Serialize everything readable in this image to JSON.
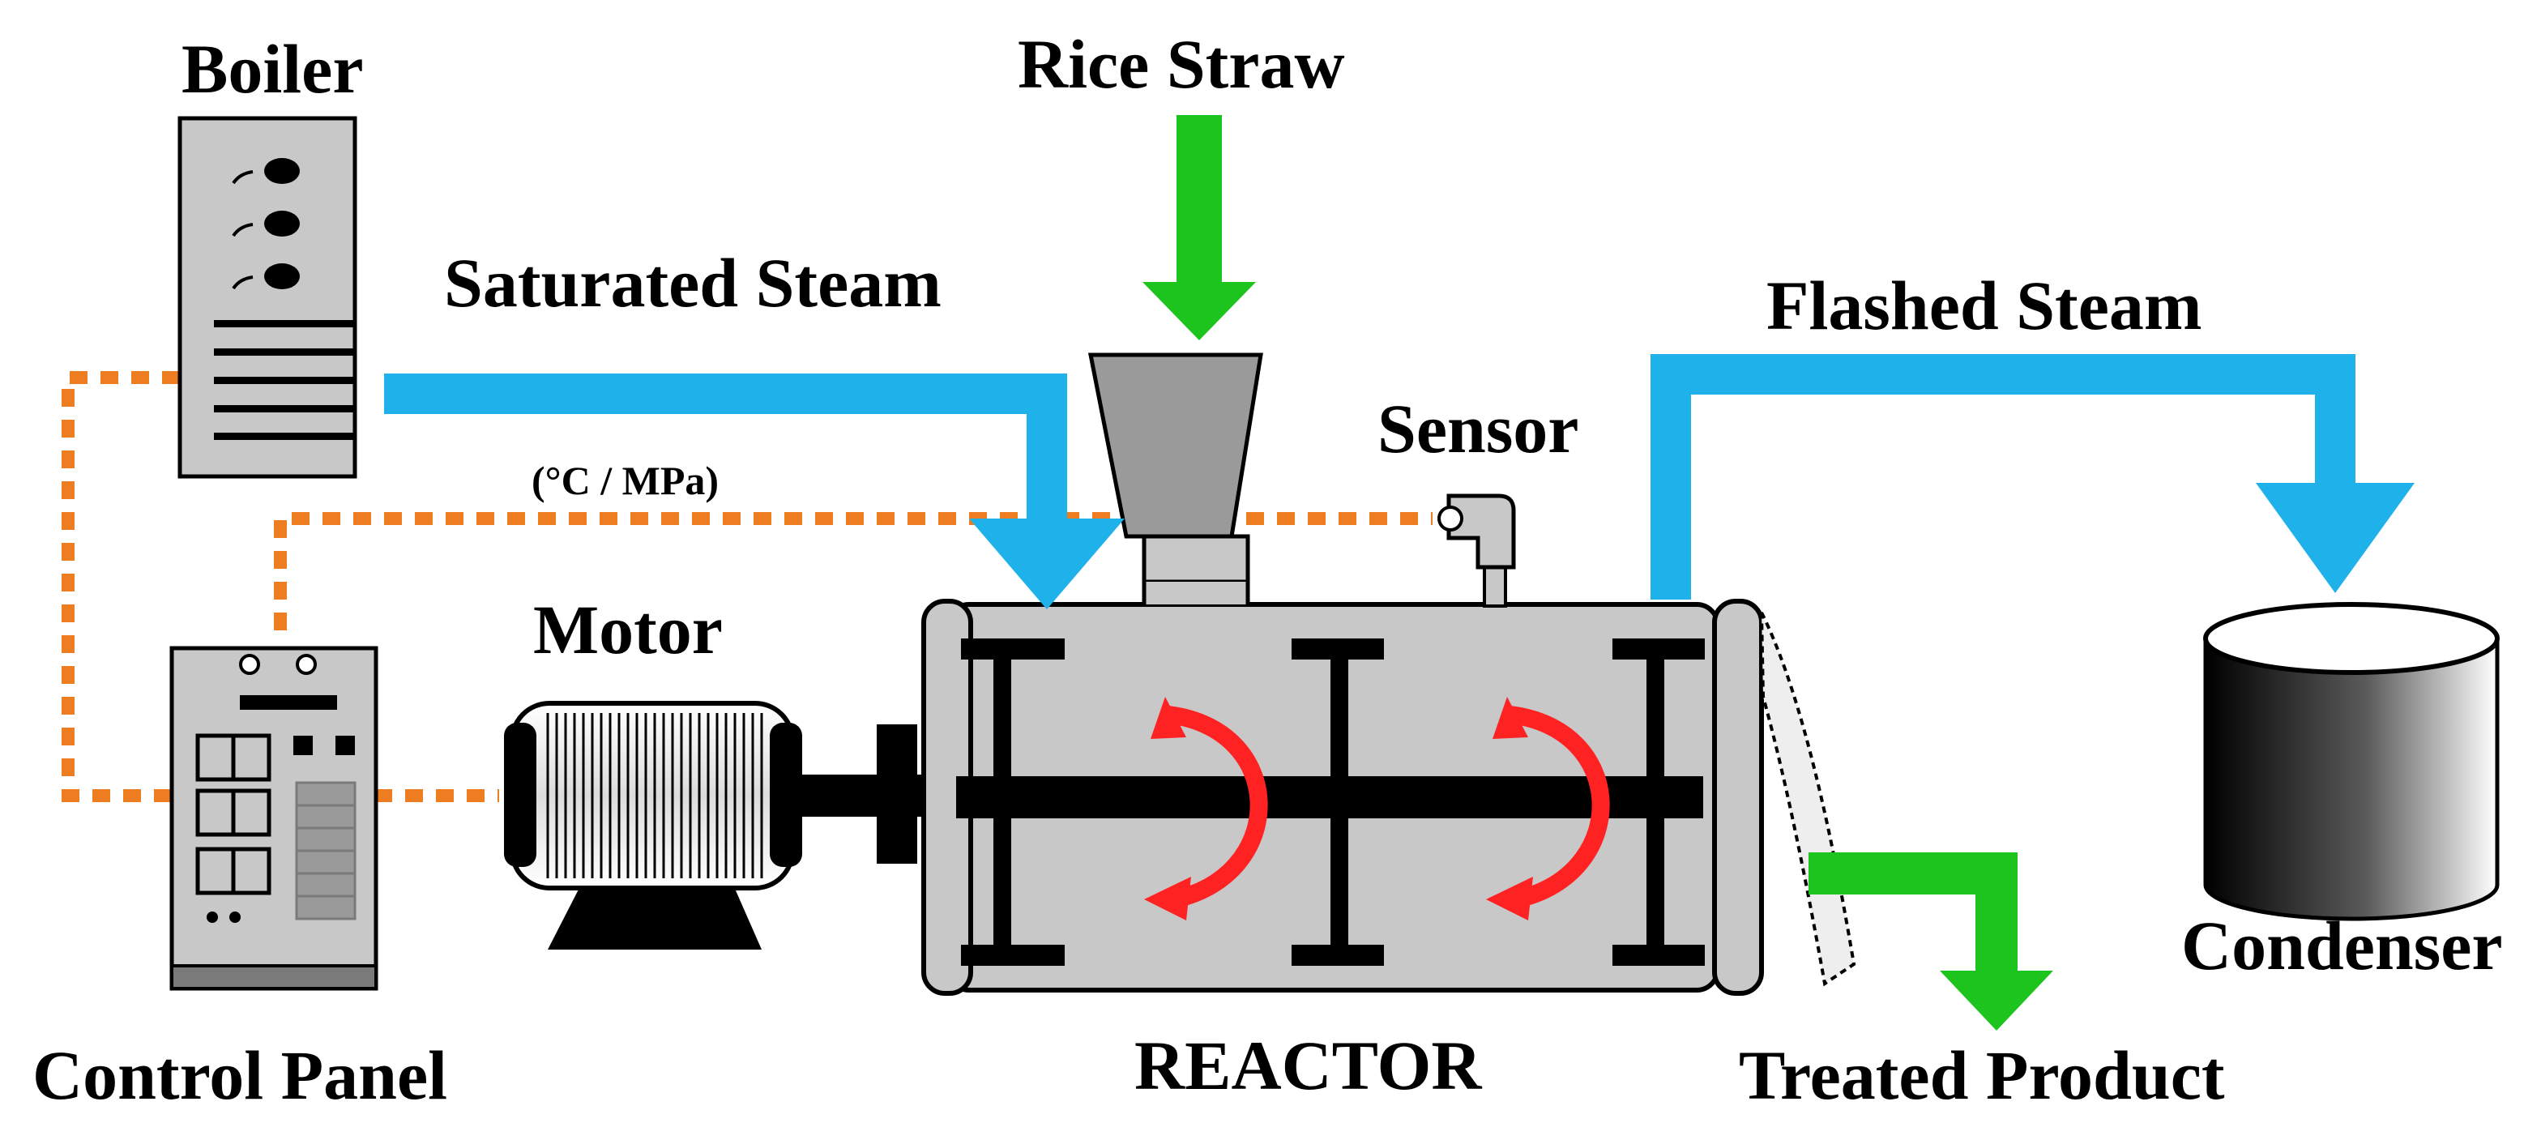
{
  "labels": {
    "boiler": "Boiler",
    "rice_straw": "Rice Straw",
    "saturated_steam": "Saturated Steam",
    "flashed_steam": "Flashed Steam",
    "sensor": "Sensor",
    "units": "(°C / MPa)",
    "motor": "Motor",
    "control_panel": "Control Panel",
    "reactor": "REACTOR",
    "treated_product": "Treated Product",
    "condenser": "Condenser"
  },
  "colors": {
    "steam": "#1eb1ea",
    "feed": "#1ec41e",
    "signal": "#ee7d21",
    "rotation": "#ff2222",
    "vessel": "#c8c8c8",
    "outline": "#000000"
  }
}
